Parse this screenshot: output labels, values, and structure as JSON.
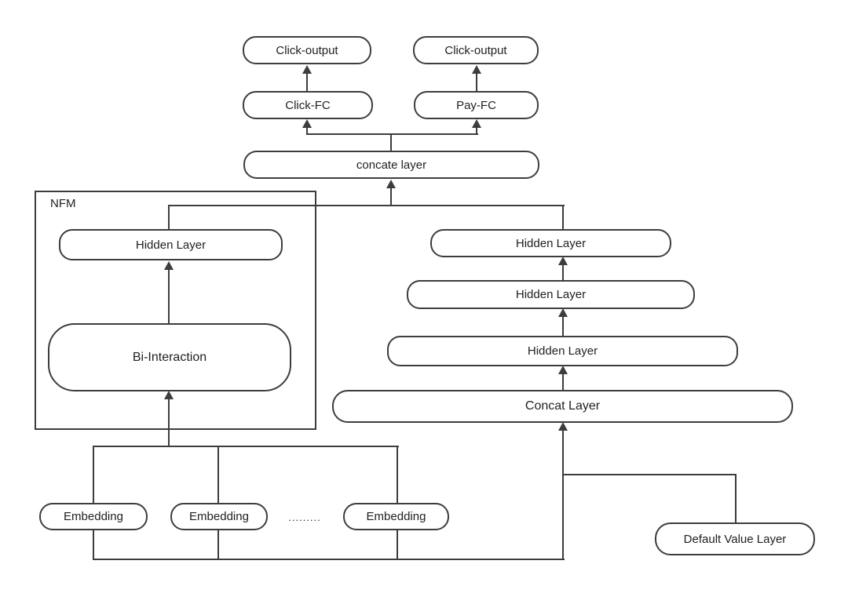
{
  "nodes": {
    "click_output_left": "Click-output",
    "click_output_right": "Click-output",
    "click_fc": "Click-FC",
    "pay_fc": "Pay-FC",
    "concate_layer": "concate layer",
    "nfm_label": "NFM",
    "nfm_hidden_layer": "Hidden Layer",
    "bi_interaction": "Bi-Interaction",
    "hidden_layer_1": "Hidden Layer",
    "hidden_layer_2": "Hidden Layer",
    "hidden_layer_3": "Hidden Layer",
    "concat_layer": "Concat Layer",
    "embedding_1": "Embedding",
    "embedding_2": "Embedding",
    "embedding_3": "Embedding",
    "ellipsis": ".........",
    "default_value_layer": "Default Value Layer"
  },
  "edges": [
    {
      "from": "Click-FC",
      "to": "Click-output (left)"
    },
    {
      "from": "Pay-FC",
      "to": "Click-output (right)"
    },
    {
      "from": "concate layer",
      "to": "Click-FC"
    },
    {
      "from": "concate layer",
      "to": "Pay-FC"
    },
    {
      "from": "NFM Hidden Layer",
      "to": "concate layer"
    },
    {
      "from": "Hidden Layer (top right)",
      "to": "concate layer"
    },
    {
      "from": "Bi-Interaction",
      "to": "NFM Hidden Layer"
    },
    {
      "from": "Embeddings bus",
      "to": "Bi-Interaction"
    },
    {
      "from": "Hidden Layer 2",
      "to": "Hidden Layer 1"
    },
    {
      "from": "Hidden Layer 3",
      "to": "Hidden Layer 2"
    },
    {
      "from": "Concat Layer",
      "to": "Hidden Layer 3"
    },
    {
      "from": "Embeddings bus + Default Value Layer",
      "to": "Concat Layer"
    }
  ],
  "colors": {
    "line": "#3d3d3d",
    "text": "#1f1f1f",
    "background": "#ffffff"
  }
}
